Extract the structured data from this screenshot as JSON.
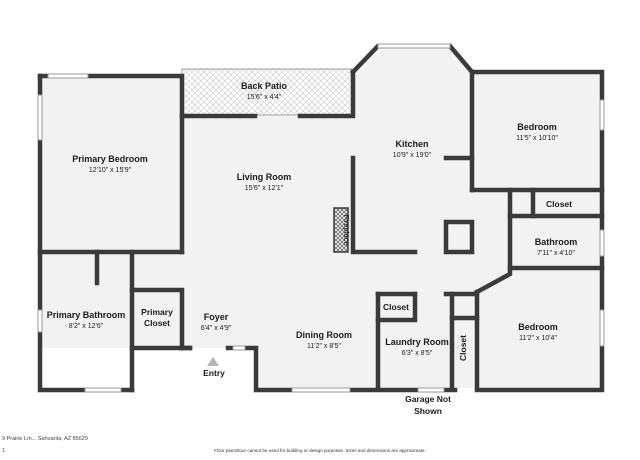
{
  "rooms": [
    {
      "id": "back-patio",
      "name": "Back Patio",
      "dim": "15'6\" x 4'4\""
    },
    {
      "id": "kitchen",
      "name": "Kitchen",
      "dim": "10'9\" x 19'0\""
    },
    {
      "id": "bedroom-ne",
      "name": "Bedroom",
      "dim": "11'5\" x 10'10\""
    },
    {
      "id": "primary-bedroom",
      "name": "Primary Bedroom",
      "dim": "12'10\" x 15'9\""
    },
    {
      "id": "living-room",
      "name": "Living Room",
      "dim": "15'6\" x 12'1\""
    },
    {
      "id": "bathroom",
      "name": "Bathroom",
      "dim": "7'11\" x 4'10\""
    },
    {
      "id": "primary-bathroom",
      "name": "Primary Bathroom",
      "dim": "8'2\" x 12'6\""
    },
    {
      "id": "foyer",
      "name": "Foyer",
      "dim": "6'4\" x 4'9\""
    },
    {
      "id": "dining-room",
      "name": "Dining Room",
      "dim": "11'2\" x 8'5\""
    },
    {
      "id": "laundry-room",
      "name": "Laundry Room",
      "dim": "6'3\" x 8'5\""
    },
    {
      "id": "bedroom-se",
      "name": "Bedroom",
      "dim": "11'2\" x 10'4\""
    }
  ],
  "labels": {
    "primary_closet_1": "Primary",
    "primary_closet_2": "Closet",
    "closet": "Closet",
    "fireplace": "Fireplace",
    "entry": "Entry",
    "garage_1": "Garage Not",
    "garage_2": "Shown"
  },
  "footer": {
    "address": "9 Prairie Lm... Sahuarita, AZ 85629",
    "disclaimer": "Floor plans/tour cannot be used for building or design purposes. Sizes and dimensions are approximate.",
    "page": "1"
  }
}
